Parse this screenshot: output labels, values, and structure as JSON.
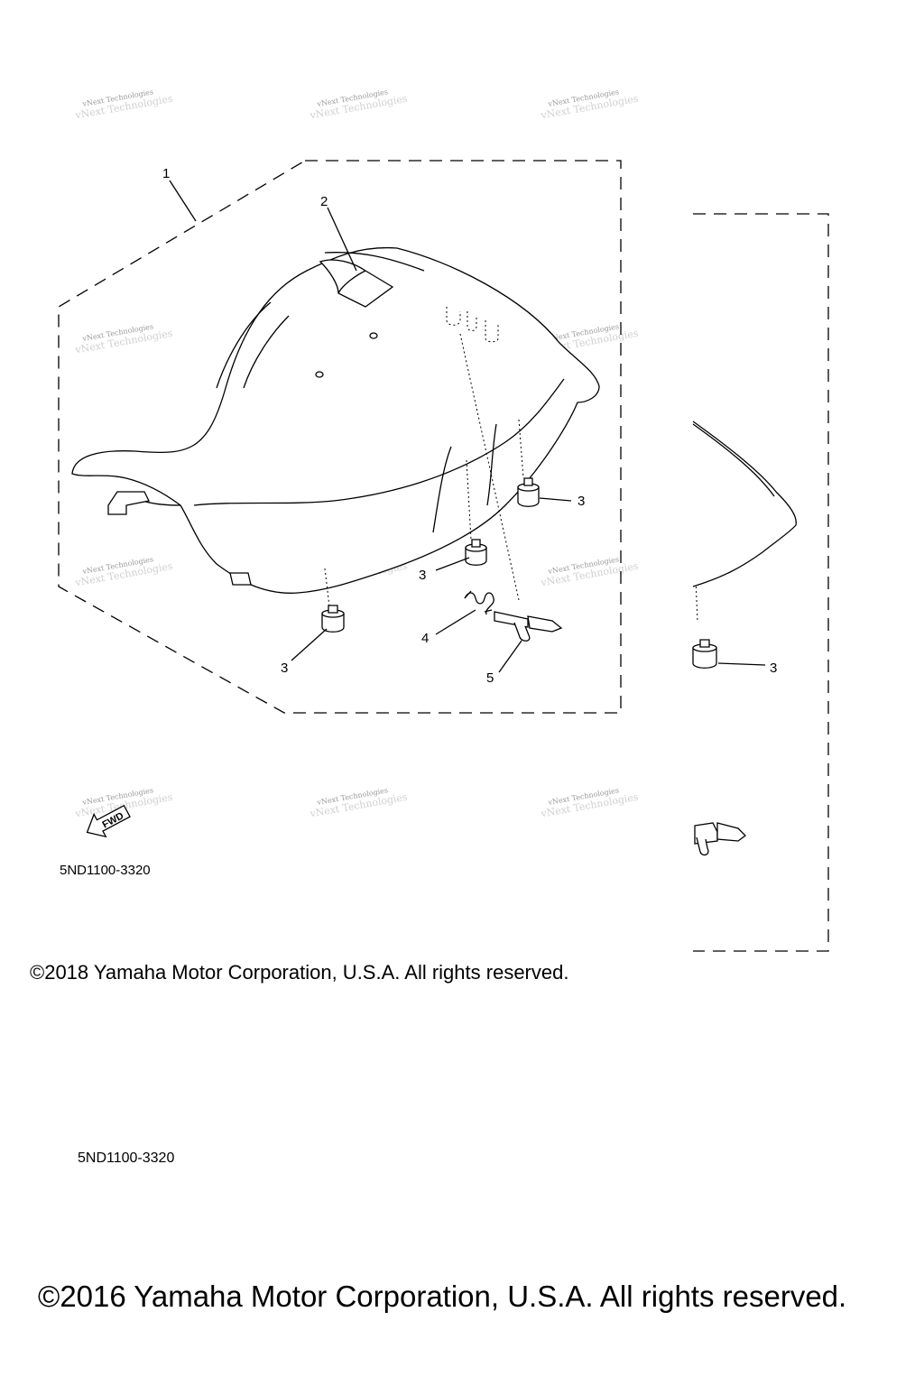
{
  "diagram": {
    "callouts": {
      "c1": "1",
      "c2": "2",
      "c3a": "3",
      "c3b": "3",
      "c3c": "3",
      "c3d": "3",
      "c4": "4",
      "c5": "5"
    },
    "fwd_label": "FWD",
    "watermark": "vNext Technologies",
    "icons": [
      "seat-icon",
      "seat-band-icon",
      "damper-icon",
      "spring-icon",
      "lock-pin-icon",
      "fwd-arrow-icon"
    ]
  },
  "labels": {
    "code_1": "5ND1100-3320",
    "code_2": "5ND1100-3320",
    "copyright_1": "©2018 Yamaha Motor Corporation, U.S.A. All rights reserved.",
    "copyright_2": "©2016 Yamaha Motor Corporation, U.S.A. All rights reserved."
  }
}
